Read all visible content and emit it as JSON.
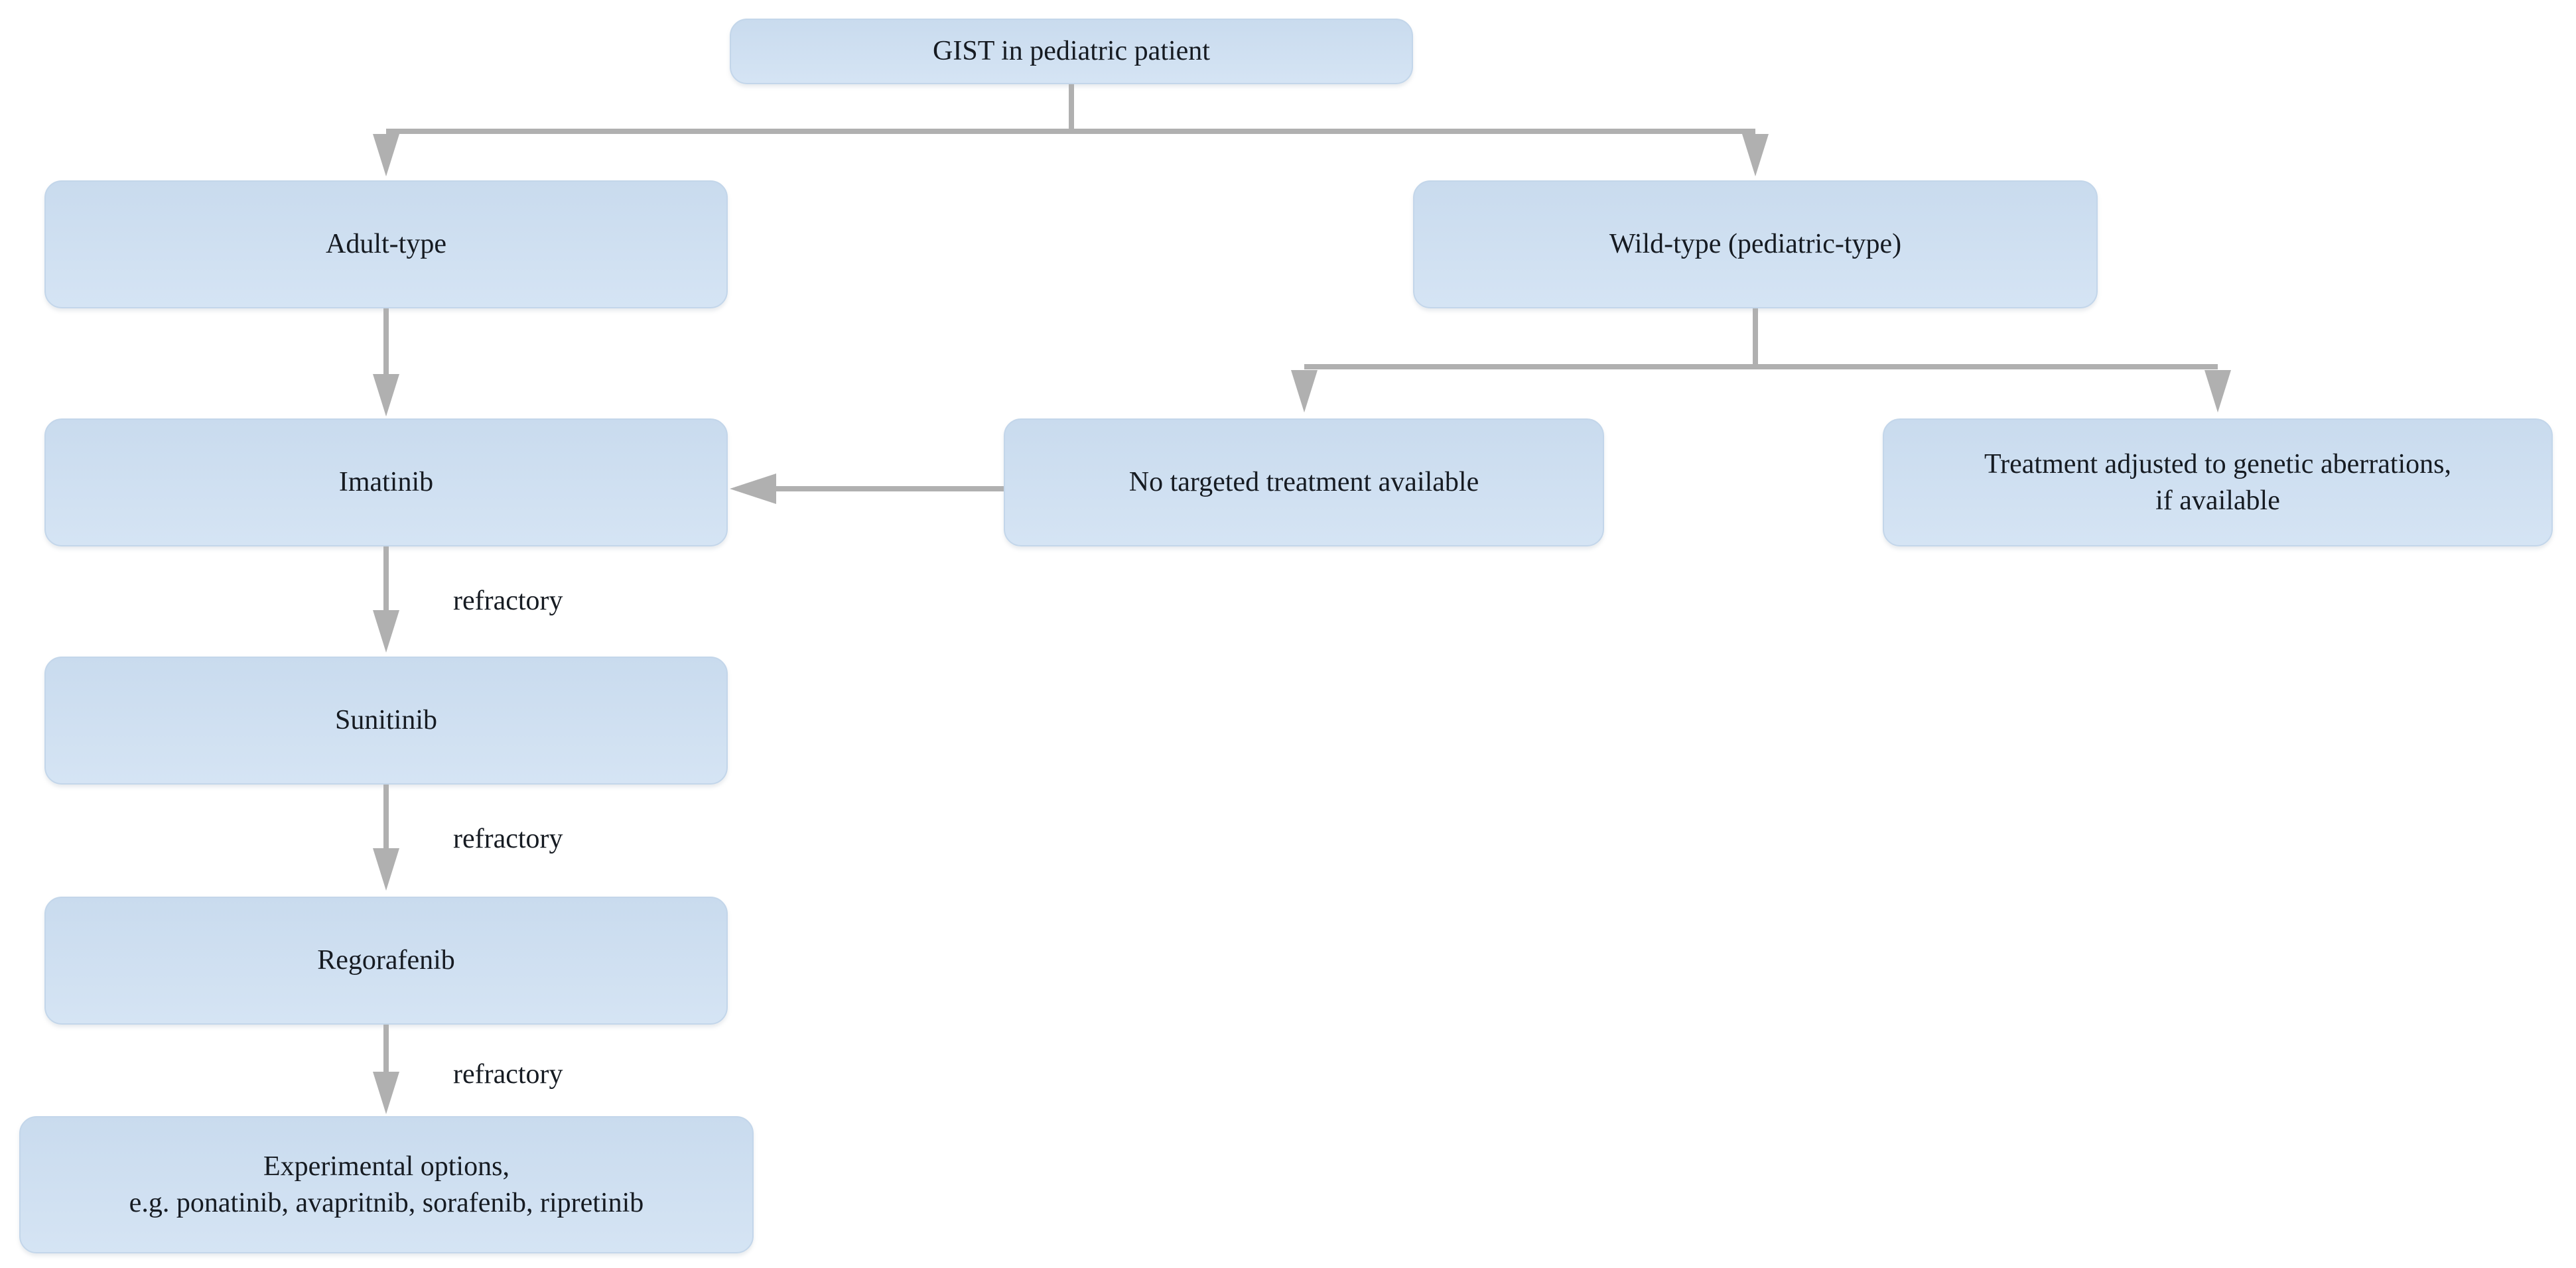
{
  "nodes": {
    "root": {
      "label": "GIST in pediatric patient"
    },
    "adult": {
      "label": "Adult-type"
    },
    "wild": {
      "label": "Wild-type (pediatric-type)"
    },
    "imatinib": {
      "label": "Imatinib"
    },
    "no_targeted": {
      "label": "No targeted treatment available"
    },
    "genetic": {
      "label": "Treatment adjusted to genetic aberrations,\nif available"
    },
    "sunitinib": {
      "label": "Sunitinib"
    },
    "regorafenib": {
      "label": "Regorafenib"
    },
    "experimental": {
      "label": "Experimental options,\ne.g. ponatinib, avapritnib, sorafenib, ripretinib"
    }
  },
  "edge_labels": {
    "imatinib_refractory": "refractory",
    "sunitinib_refractory": "refractory",
    "regorafenib_refractory": "refractory"
  },
  "colors": {
    "background": "#ffffff",
    "node_fill": "#c9dbee",
    "node_fill_light": "#d5e4f4",
    "node_border": "#c3d6ea",
    "arrow": "#b0b0b0",
    "text": "#161b22"
  }
}
